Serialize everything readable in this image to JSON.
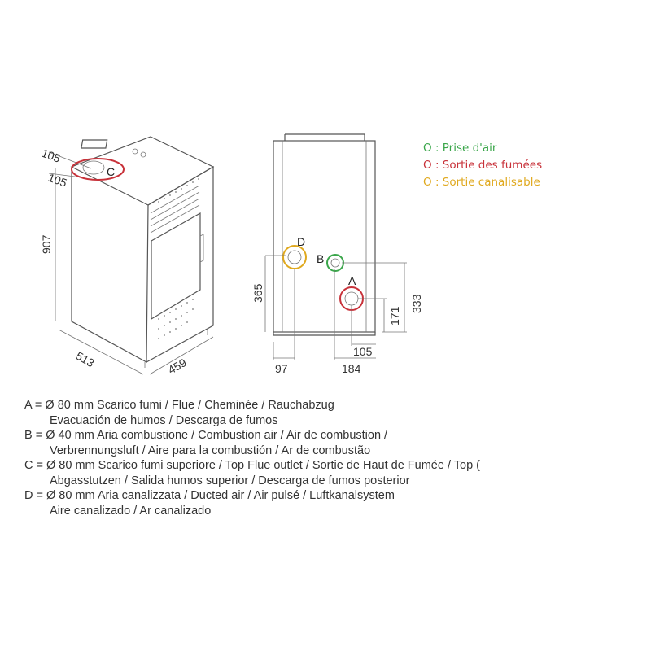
{
  "dimensions": {
    "top_offset_1": "105",
    "top_offset_2": "105",
    "height": "907",
    "depth": "513",
    "width": "459",
    "d_height": "365",
    "b_height": "333",
    "a_height": "171",
    "a_offset": "105",
    "d_offset": "97",
    "b_offset": "184"
  },
  "outlet_labels": {
    "a": "A",
    "b": "B",
    "c": "C",
    "d": "D"
  },
  "legend": [
    {
      "marker": "O",
      "text": "Prise d'air",
      "color": "#3aa64a"
    },
    {
      "marker": "O",
      "text": "Sortie des fumées",
      "color": "#c8323a"
    },
    {
      "marker": "O",
      "text": "Sortie canalisable",
      "color": "#e0a91f"
    }
  ],
  "notes": [
    "A = Ø 80 mm  Scarico fumi / Flue / Cheminée / Rauchabzug",
    "Evacuación de humos / Descarga de fumos",
    "B = Ø 40 mm  Aria combustione / Combustion air / Air de combustion /",
    "Verbrennungsluft / Aire para la combustión / Ar de combustão",
    "C = Ø 80 mm  Scarico fumi superiore / Top Flue outlet / Sortie de Haut de Fumée / Top (",
    "Abgasstutzen / Salida humos superior / Descarga de fumos posterior",
    "D = Ø 80 mm  Aria canalizzata / Ducted air / Air pulsé / Luftkanalsystem",
    "Aire canalizado / Ar canalizado"
  ]
}
